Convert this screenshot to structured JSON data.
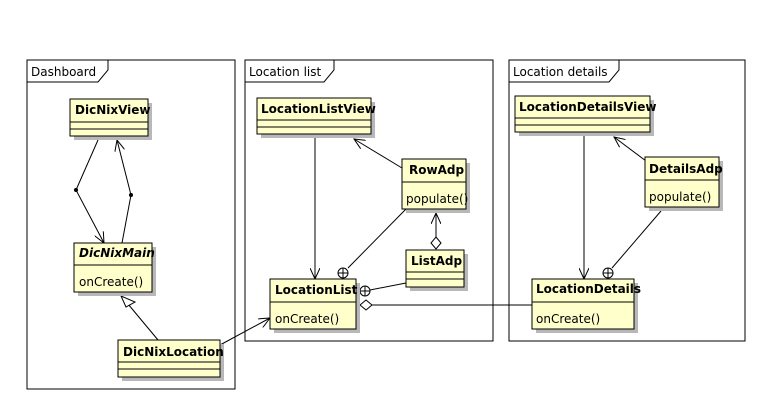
{
  "colors": {
    "class_fill": "#ffffcc",
    "line": "#000000"
  },
  "frames": [
    {
      "id": "dashboard",
      "label": "Dashboard"
    },
    {
      "id": "location-list",
      "label": "Location list"
    },
    {
      "id": "location-details",
      "label": "Location details"
    }
  ],
  "classes": {
    "dicnixview": {
      "name": "DicNixView",
      "ops": []
    },
    "dicnixmain": {
      "name": "DicNixMain",
      "italic": true,
      "ops": [
        "onCreate()"
      ]
    },
    "dicnixlocation": {
      "name": "DicNixLocation",
      "ops": []
    },
    "locationlistview": {
      "name": "LocationListView",
      "ops": []
    },
    "rowadp": {
      "name": "RowAdp",
      "ops": [
        "populate()"
      ]
    },
    "listadp": {
      "name": "ListAdp",
      "ops": []
    },
    "locationlist": {
      "name": "LocationList",
      "ops": [
        "onCreate()"
      ]
    },
    "locationdetailsview": {
      "name": "LocationDetailsView",
      "ops": []
    },
    "detailsadp": {
      "name": "DetailsAdp",
      "ops": [
        "populate()"
      ]
    },
    "locationdetails": {
      "name": "LocationDetails",
      "ops": [
        "onCreate()"
      ]
    }
  }
}
